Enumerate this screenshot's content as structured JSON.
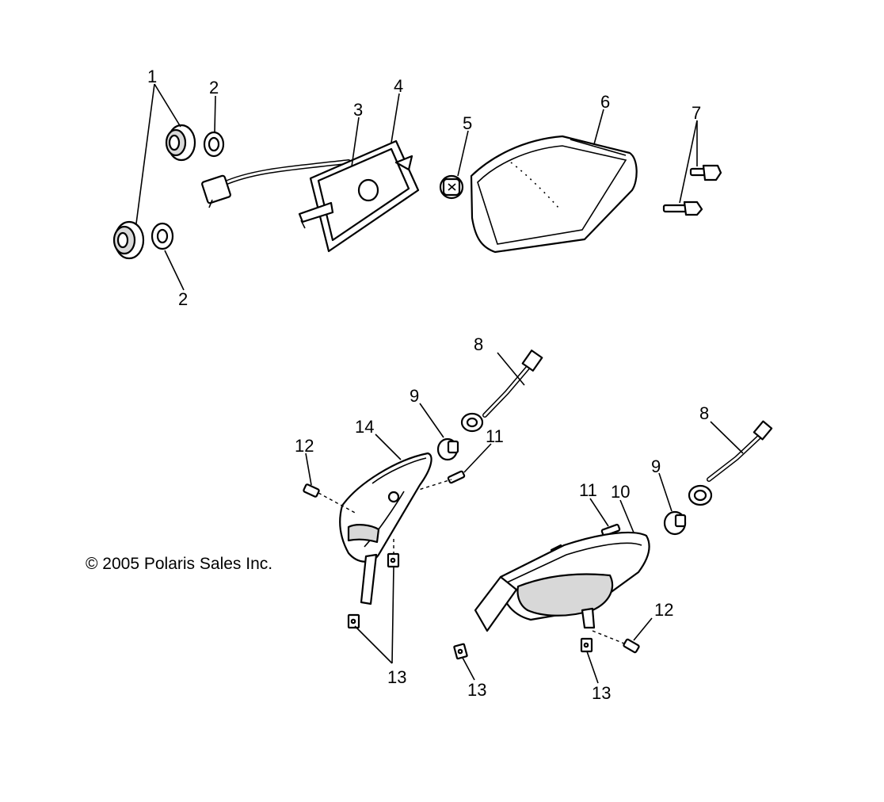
{
  "copyright": "© 2005 Polaris Sales Inc.",
  "callouts": [
    "1",
    "2",
    "2",
    "3",
    "4",
    "5",
    "6",
    "7",
    "8",
    "9",
    "14",
    "11",
    "12",
    "8",
    "9",
    "11",
    "10",
    "12",
    "13",
    "13",
    "13"
  ]
}
